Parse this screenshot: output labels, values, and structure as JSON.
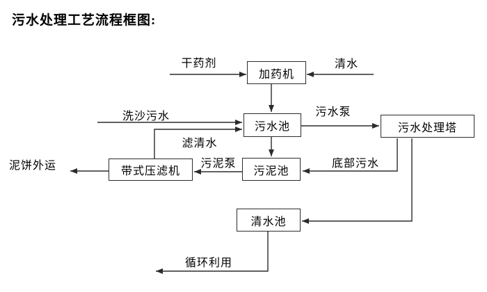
{
  "title": "污水处理工艺流程框图:",
  "nodes": {
    "dosing_machine": "加药机",
    "sewage_pool": "污水池",
    "treatment_tower": "污水处理塔",
    "sludge_pool": "污泥池",
    "belt_filter_press": "带式压滤机",
    "clean_water_pool": "清水池"
  },
  "edge_labels": {
    "dry_agent": "干药剂",
    "clean_water": "清水",
    "sand_washing_sewage": "洗沙污水",
    "filtered_water": "滤清水",
    "sewage_pump": "污水泵",
    "sludge_pump": "污泥泵",
    "bottom_sewage": "底部污水",
    "mud_cake_out": "泥饼外运",
    "recycle": "循环利用"
  },
  "colors": {
    "background": "#ffffff",
    "line": "#2b2b2b",
    "text": "#000000"
  }
}
